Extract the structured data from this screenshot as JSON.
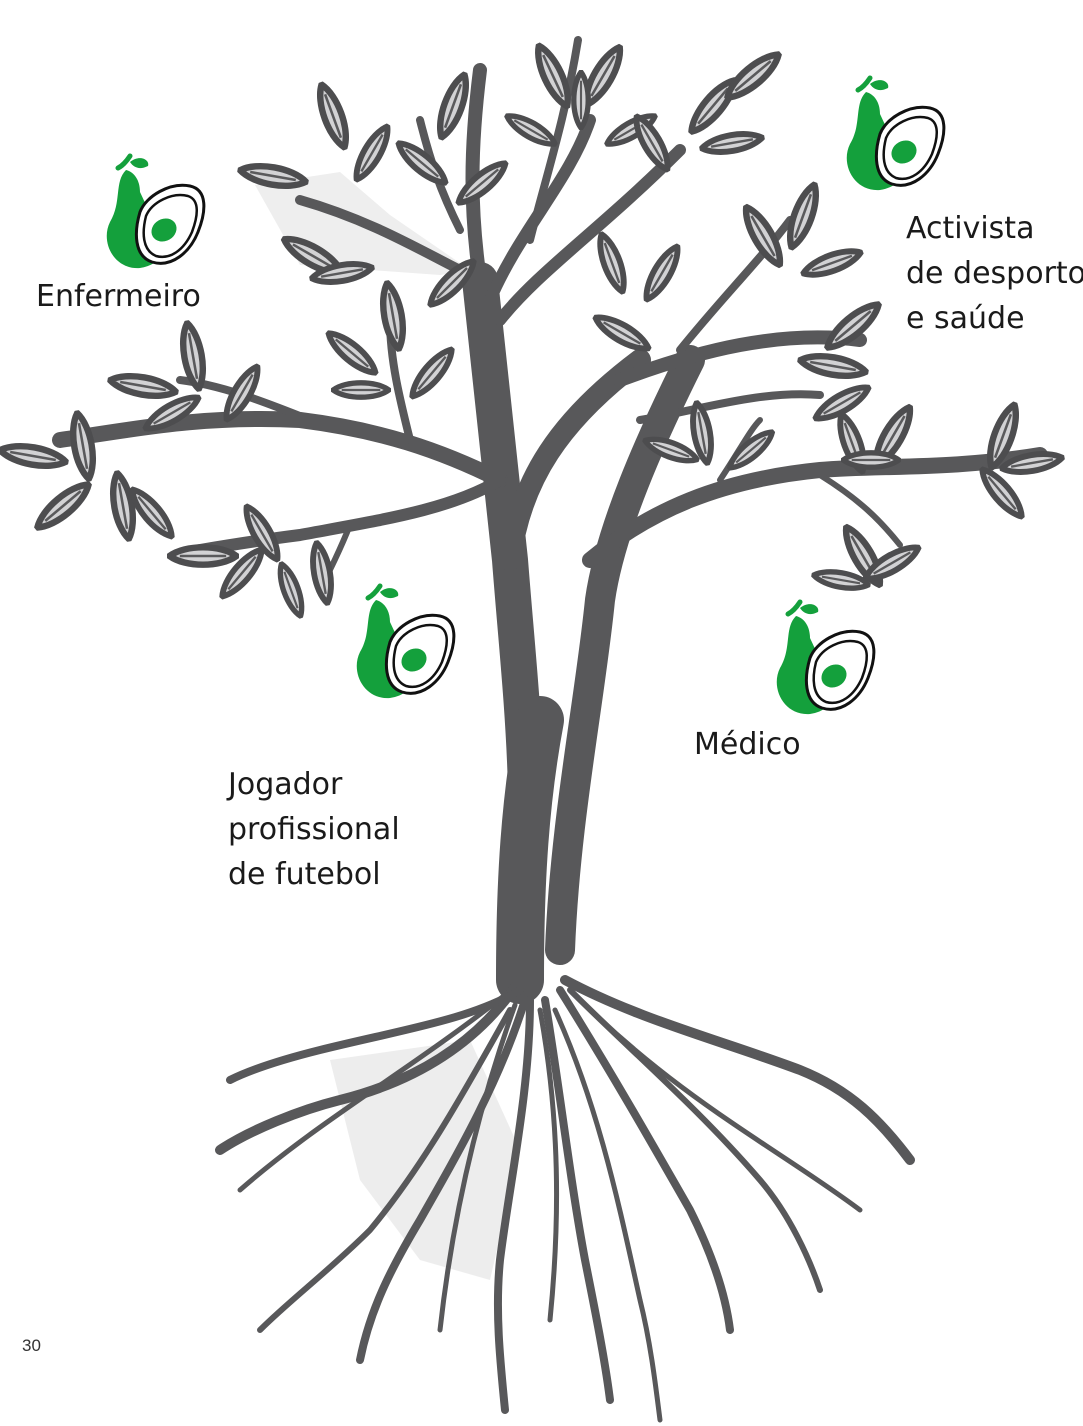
{
  "labels": {
    "enfermeiro": [
      "Enfermeiro"
    ],
    "activista": [
      "Activista",
      "de desporto",
      "e saúde"
    ],
    "medico": [
      "Médico"
    ],
    "jogador": [
      "Jogador",
      "profissional",
      "de futebol"
    ]
  },
  "page_number": "30",
  "colors": {
    "avocado_green": "#14A03C",
    "trunk": "#5a5a5c",
    "leaf_fill": "#d2d2d4",
    "leaf_outline": "#4d4d4f"
  },
  "icons": [
    "avocado-icon",
    "tree-illustration"
  ]
}
